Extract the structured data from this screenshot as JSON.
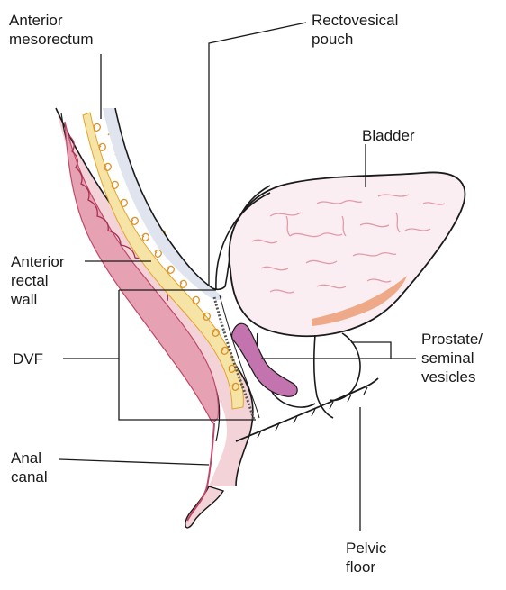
{
  "labels": {
    "anterior_mesorectum": [
      "Anterior",
      "mesorectum"
    ],
    "rectovesical_pouch": [
      "Rectovesical",
      "pouch"
    ],
    "bladder": [
      "Bladder"
    ],
    "anterior_rectal_wall": [
      "Anterior",
      "rectal",
      "wall"
    ],
    "dvf": [
      "DVF"
    ],
    "prostate_seminal_vesicles": [
      "Prostate/",
      "seminal",
      "vesicles"
    ],
    "anal_canal": [
      "Anal",
      "canal"
    ],
    "pelvic_floor": [
      "Pelvic",
      "floor"
    ]
  },
  "colors": {
    "line": "#1a1a1a",
    "rectal_wall_fill": "#f3d3d8",
    "rectal_mucosa": "#c0486a",
    "fat_yellow": "#f6e3a6",
    "fat_outline": "#e0a52c",
    "fascia_blue": "#dfe4ef",
    "bladder_fill": "#fbeef2",
    "bladder_detail": "#e7a0ac",
    "bladder_orange": "#eeaa88",
    "prostate_fill": "#c373ad"
  }
}
